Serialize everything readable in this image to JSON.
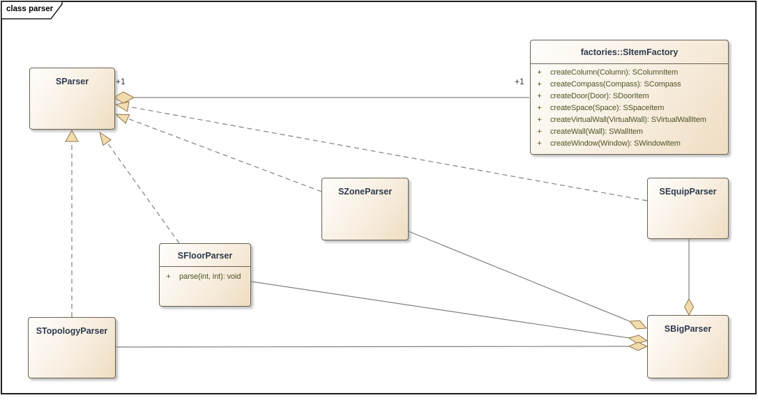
{
  "frame": {
    "tab_label": "class parser"
  },
  "classes": {
    "sparser": {
      "name": "SParser"
    },
    "factory": {
      "name": "factories::SItemFactory",
      "methods": [
        {
          "vis": "+",
          "sig": "createColumn(Column): SColumnItem"
        },
        {
          "vis": "+",
          "sig": "createCompass(Compass): SCompass"
        },
        {
          "vis": "+",
          "sig": "createDoor(Door): SDoorItem"
        },
        {
          "vis": "+",
          "sig": "createSpace(Space): SSpaceItem"
        },
        {
          "vis": "+",
          "sig": "createVirtualWall(VirtualWall): SVirtualWallItem"
        },
        {
          "vis": "+",
          "sig": "createWall(Wall): SWallItem"
        },
        {
          "vis": "+",
          "sig": "createWindow(Window): SWindowItem"
        }
      ]
    },
    "zone": {
      "name": "SZoneParser"
    },
    "floor": {
      "name": "SFloorParser",
      "methods": [
        {
          "vis": "+",
          "sig": "parse(int, int): void"
        }
      ]
    },
    "topology": {
      "name": "STopologyParser"
    },
    "equip": {
      "name": "SEquipParser"
    },
    "big": {
      "name": "SBigParser"
    }
  },
  "labels": {
    "mult_sparser_end": "+1",
    "mult_factory_end": "+1"
  },
  "connectors": [
    {
      "type": "aggregation",
      "from": "SParser",
      "to": "factories::SItemFactory"
    },
    {
      "type": "dependency",
      "from": "SEquipParser",
      "to": "SParser"
    },
    {
      "type": "dependency",
      "from": "SZoneParser",
      "to": "SParser"
    },
    {
      "type": "dependency",
      "from": "SFloorParser",
      "to": "SParser"
    },
    {
      "type": "realization",
      "from": "STopologyParser",
      "to": "SParser"
    },
    {
      "type": "aggregation",
      "from": "SBigParser",
      "to": "SZoneParser"
    },
    {
      "type": "aggregation",
      "from": "SBigParser",
      "to": "SFloorParser"
    },
    {
      "type": "aggregation",
      "from": "SBigParser",
      "to": "STopologyParser"
    },
    {
      "type": "aggregation",
      "from": "SBigParser",
      "to": "SEquipParser"
    }
  ],
  "colors": {
    "box_fill_light": "#fffefc",
    "box_fill_dark": "#eeddc2",
    "box_border": "#6a5f51",
    "arrow_fill": "#f2dcae",
    "arrow_stroke": "#8f7345",
    "line": "#7f7f7f",
    "name_text": "#2e3a4d",
    "method_text": "#4d5323"
  }
}
